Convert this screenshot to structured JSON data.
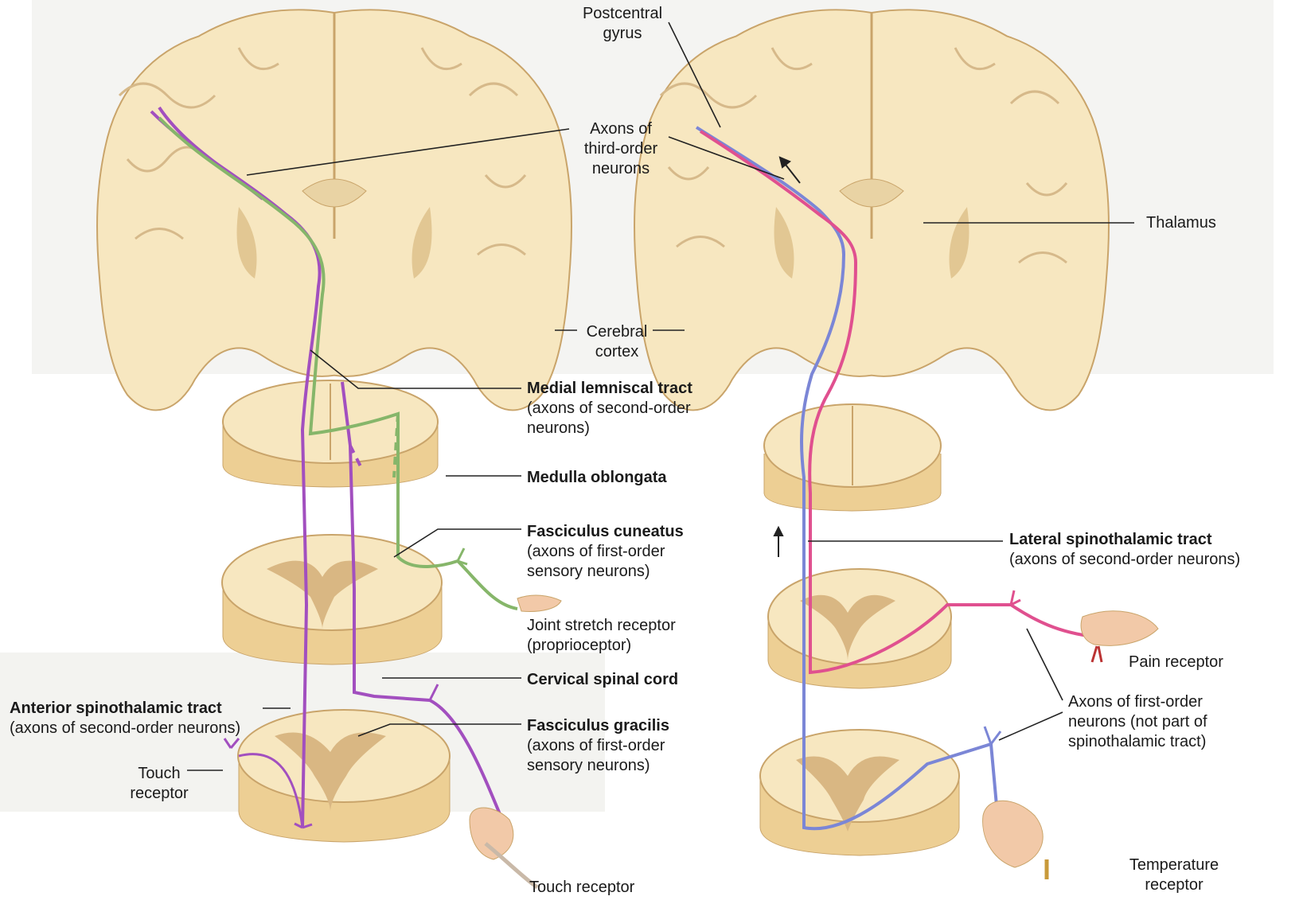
{
  "labels": {
    "postcentral_gyrus": [
      "Postcentral",
      "gyrus"
    ],
    "axons_third_order": [
      "Axons of",
      "third-order",
      "neurons"
    ],
    "thalamus": "Thalamus",
    "cerebral_cortex": [
      "Cerebral",
      "cortex"
    ],
    "medial_lemniscal": {
      "title": "Medial lemniscal tract",
      "sub": [
        "(axons of second-order",
        "neurons)"
      ]
    },
    "medulla_oblongata": "Medulla oblongata",
    "fasciculus_cuneatus": {
      "title": "Fasciculus cuneatus",
      "sub": [
        "(axons of first-order",
        "sensory neurons)"
      ]
    },
    "lateral_spinothalamic": {
      "title": "Lateral spinothalamic tract",
      "sub": [
        "(axons of second-order neurons)"
      ]
    },
    "joint_stretch": [
      "Joint stretch receptor",
      "(proprioceptor)"
    ],
    "pain_receptor": "Pain receptor",
    "cervical_spinal_cord": "Cervical spinal cord",
    "axons_first_order": [
      "Axons of first-order",
      "neurons (not part of",
      "spinothalamic tract)"
    ],
    "anterior_spinothalamic": {
      "title": "Anterior spinothalamic tract",
      "sub": [
        "(axons of second-order neurons)"
      ]
    },
    "fasciculus_gracilis": {
      "title": "Fasciculus gracilis",
      "sub": [
        "(axons of first-order",
        "sensory neurons)"
      ]
    },
    "touch_receptor_left": [
      "Touch",
      "receptor"
    ],
    "touch_receptor_bottom": "Touch receptor",
    "temperature_receptor": [
      "Temperature",
      "receptor"
    ]
  },
  "colors": {
    "tissue": "#f7e7c0",
    "tissue_edge": "#c9a46a",
    "grey_matter": "#d9b783",
    "section_side": "#edcf94",
    "purple_tract": "#a24fbf",
    "green_tract": "#86b66a",
    "pink_tract": "#e0508f",
    "blue_tract": "#7b86d6",
    "skin": "#f2c9a8",
    "leader": "#222222"
  },
  "icons": [
    "brain-section",
    "spinal-cord-section",
    "hand",
    "foot",
    "feather"
  ]
}
